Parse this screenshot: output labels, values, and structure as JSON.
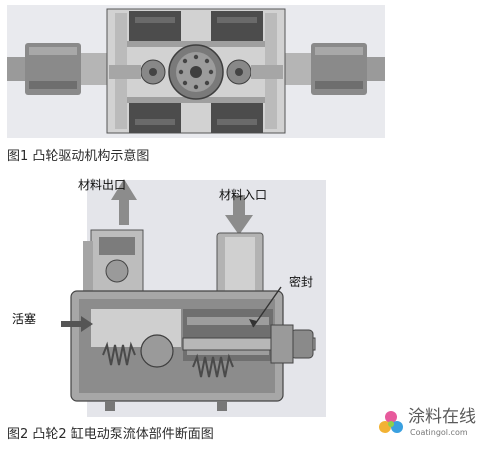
{
  "figure1": {
    "caption": "图1 凸轮驱动机构示意图",
    "image": "cam-drive-mechanism-diagram"
  },
  "figure2": {
    "caption": "图2 凸轮2 缸电动泵流体部件断面图",
    "image": "pump-fluid-section-diagram",
    "labels": {
      "outlet": "材料出口",
      "inlet": "材料入口",
      "seal": "密封",
      "piston": "活塞"
    }
  },
  "watermark": {
    "name": "涂料在线",
    "url": "Coatingol.com",
    "icon": "coatingol-logo-icon"
  },
  "colors": {
    "background": "#ffffff",
    "figure_bg": "#e6e7ec",
    "metal_dark": "#4a4a4a",
    "metal_mid": "#8a8a8a",
    "metal_light": "#c9c9c9",
    "arrow": "#8c8c8c"
  }
}
